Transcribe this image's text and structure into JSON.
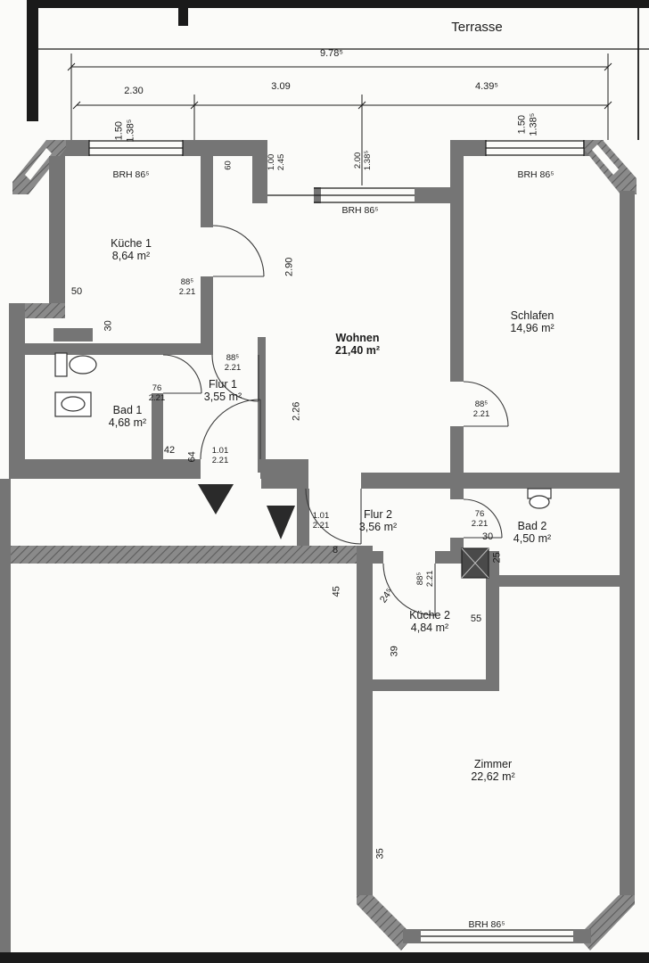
{
  "rooms": {
    "terrasse": {
      "name": "Terrasse"
    },
    "kueche1": {
      "name": "Küche 1",
      "area": "8,64 m²"
    },
    "wohnen": {
      "name": "Wohnen",
      "area": "21,40 m²"
    },
    "schlafen": {
      "name": "Schlafen",
      "area": "14,96 m²"
    },
    "flur1": {
      "name": "Flur 1",
      "area": "3,55 m²"
    },
    "bad1": {
      "name": "Bad 1",
      "area": "4,68 m²"
    },
    "flur2": {
      "name": "Flur 2",
      "area": "3,56 m²"
    },
    "bad2": {
      "name": "Bad 2",
      "area": "4,50 m²"
    },
    "kueche2": {
      "name": "Küche 2",
      "area": "4,84 m²"
    },
    "zimmer": {
      "name": "Zimmer",
      "area": "22,62 m²"
    }
  },
  "dimensions": {
    "overall_width": "9.78⁵",
    "kueche1_width": "2.30",
    "wohnen_width": "3.09",
    "schlafen_width": "4.39⁵",
    "window_left_w": "1.50",
    "window_left_h": "1.38⁵",
    "window_right_w": "1.50",
    "window_right_h": "1.38⁵",
    "sill_height": "BRH 86⁵",
    "d60": "60",
    "terrace_door_w": "1.00",
    "terrace_door_h": "2.45",
    "wohnen_window_w": "2.00",
    "wohnen_window_h": "1.38⁵",
    "d290": "2.90",
    "door_w_885": "88⁵",
    "door_h_221": "2.21",
    "d50": "50",
    "d30": "30",
    "door_w_76": "76",
    "d226": "2.26",
    "d42": "42",
    "d64": "64",
    "door_w_101": "1.01",
    "d25": "25",
    "d8": "8",
    "d45": "45",
    "d245": "24⁵",
    "d55": "55",
    "d39": "39",
    "d35": "35"
  },
  "colors": {
    "wall": "#757575",
    "outline": "#1c1c1c",
    "paper": "#fbfbf9"
  }
}
